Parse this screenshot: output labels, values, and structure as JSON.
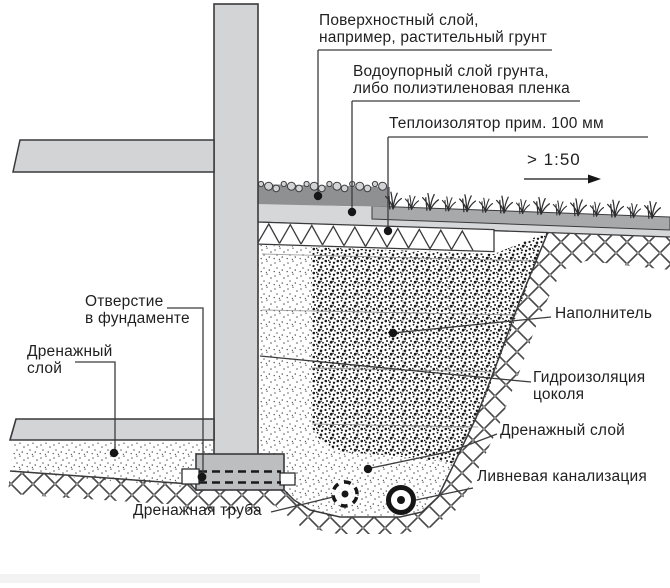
{
  "diagram": {
    "labels": {
      "surface_layer": {
        "line1": "Поверхностный слой,",
        "line2": "например, растительный грунт"
      },
      "waterproof_layer": {
        "line1": "Водоупорный слой грунта,",
        "line2": "либо полиэтиленовая пленка"
      },
      "insulation": {
        "text": "Теплоизолятор прим. 100 мм"
      },
      "slope": {
        "text": "> 1:50"
      },
      "foundation_opening": {
        "line1": "Отверстие",
        "line2": "в фундаменте"
      },
      "drainage_layer_left": {
        "line1": "Дренажный",
        "line2": "слой"
      },
      "filler": {
        "text": "Наполнитель"
      },
      "plinth_waterproofing": {
        "line1": "Гидроизоляция",
        "line2": "цоколя"
      },
      "drainage_layer_right": {
        "text": "Дренажный слой"
      },
      "storm_sewer": {
        "text": "Ливневая канализация"
      },
      "drainage_pipe": {
        "text": "Дренажная труба"
      }
    },
    "colors": {
      "ink": "#1f1f21",
      "line": "#3a3a3c",
      "wall_fill": "#d3d4d6",
      "footing_fill": "#bdbebf",
      "dark_band": "#a7a9ab",
      "light_band": "#d5d7d8",
      "pebble_band": "#8e9092",
      "hatch": "#4a4a4c",
      "speckle": "#1a1a1a",
      "leader": "#3c3c3e"
    }
  }
}
